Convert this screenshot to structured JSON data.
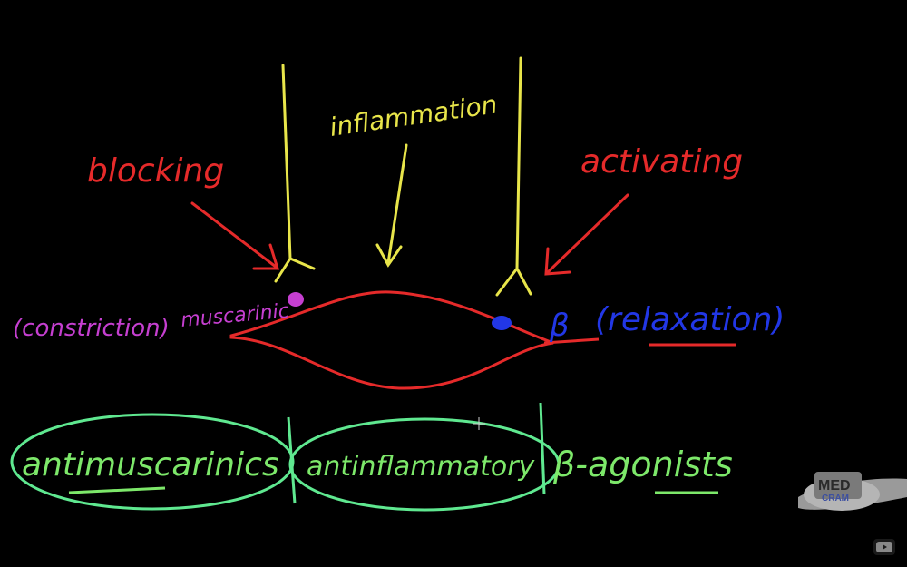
{
  "labels": {
    "inflammation": "inflammation",
    "blocking": "blocking",
    "activating": "activating",
    "constriction": "(constriction)",
    "muscarinic": "muscarinic",
    "beta": "β",
    "relaxation": "(relaxation)",
    "antimuscarinics": "antimuscarinics",
    "antiinflammatory": "antinflammatory",
    "beta_agonists": "β-agonists"
  },
  "logo": {
    "line1": "MED",
    "line2": "CRAM"
  },
  "colors": {
    "yellow": "#e8e54a",
    "red": "#e52a2a",
    "magenta": "#c53fd0",
    "blue": "#2237e6",
    "green": "#7de86a",
    "teal_green": "#5fe890"
  }
}
